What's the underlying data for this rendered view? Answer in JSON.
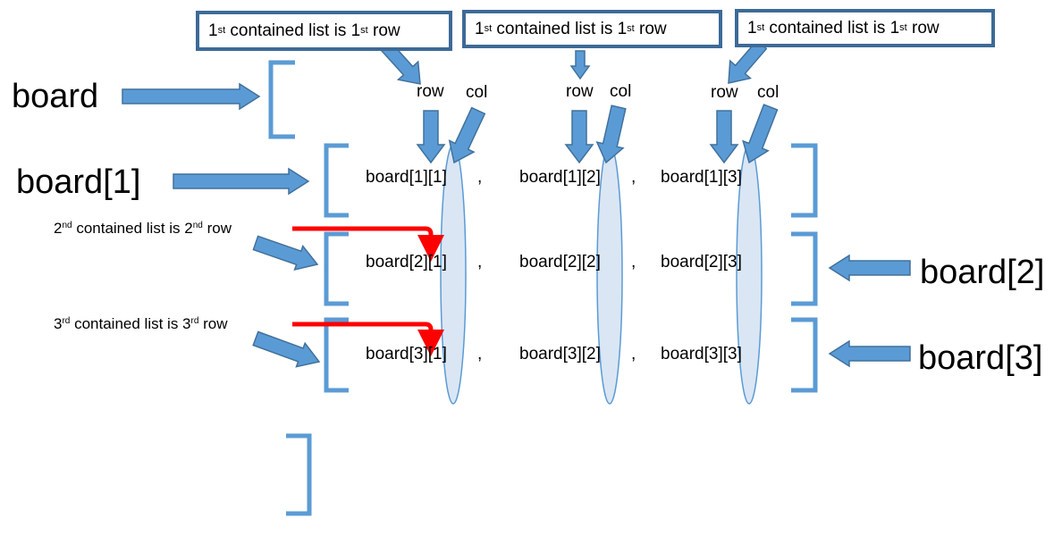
{
  "callouts": [
    {
      "pre": "1",
      "sup1": "st",
      "mid": " contained list is 1",
      "sup2": "st",
      "post": " row"
    },
    {
      "pre": "1",
      "sup1": "st",
      "mid": " contained list is 1",
      "sup2": "st",
      "post": " row"
    },
    {
      "pre": "1",
      "sup1": "st",
      "mid": " contained list is 1",
      "sup2": "st",
      "post": " row"
    }
  ],
  "headers": [
    {
      "row": "row",
      "col": "col"
    },
    {
      "row": "row",
      "col": "col"
    },
    {
      "row": "row",
      "col": "col"
    }
  ],
  "labels": {
    "board": "board",
    "board1": "board[1]",
    "board2": "board[2]",
    "board3": "board[3]"
  },
  "notes": [
    {
      "pre": "2",
      "sup1": "nd",
      "mid": " contained list is 2",
      "sup2": "nd",
      "post": " row"
    },
    {
      "pre": "3",
      "sup1": "rd",
      "mid": " contained list is 3",
      "sup2": "rd",
      "post": " row"
    }
  ],
  "cells": [
    [
      "board[1][1]",
      "board[1][2]",
      "board[1][3]"
    ],
    [
      "board[2][1]",
      "board[2][2]",
      "board[2][3]"
    ],
    [
      "board[3][1]",
      "board[3][2]",
      "board[3][3]"
    ]
  ],
  "separator": ",",
  "colors": {
    "arrow_fill": "#5b9bd5",
    "arrow_stroke": "#41719c",
    "bracket": "#5b9bd5",
    "callout_border": "#3d6a97",
    "ellipse_fill": "#dae6f3",
    "ellipse_stroke": "#5b9bd5",
    "connector": "#ff0000"
  }
}
